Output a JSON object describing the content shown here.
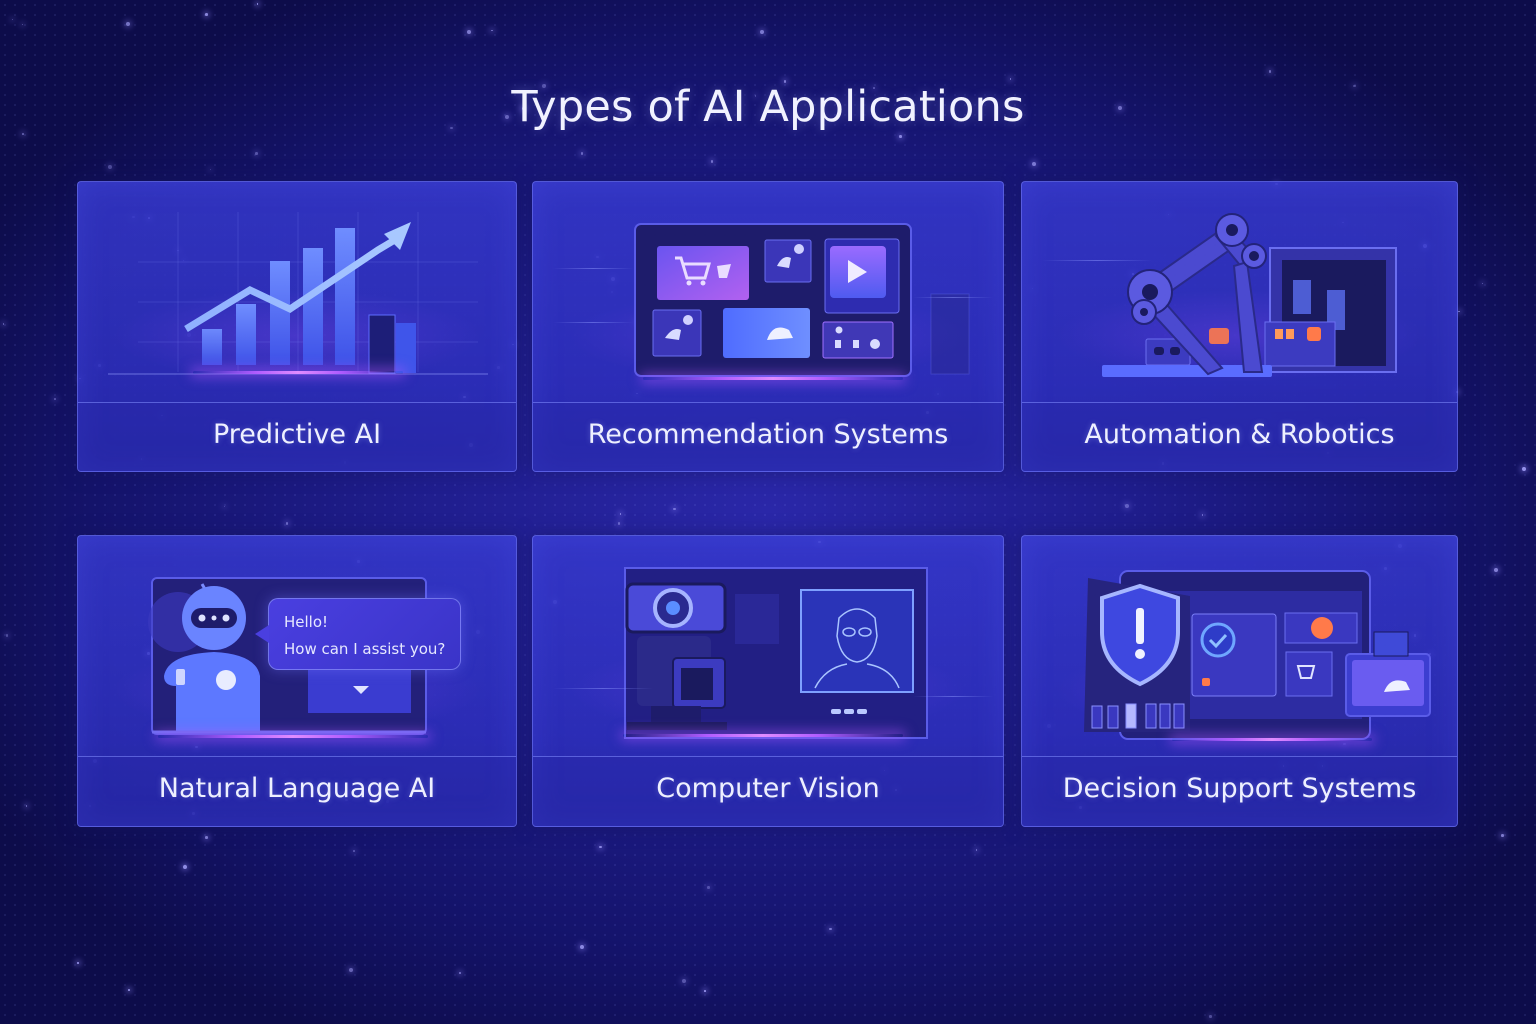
{
  "page": {
    "title": "Types of AI Applications",
    "background_color": "#1f1d8c",
    "accent_color": "#b05cff",
    "card_border_color": "#7882ff"
  },
  "cards": [
    {
      "label": "Predictive AI",
      "illustration": "trend-chart-icon",
      "illustration_elements": [
        "bar-chart",
        "rising-arrow"
      ]
    },
    {
      "label": "Recommendation Systems",
      "illustration": "recommendation-screen-icon",
      "illustration_elements": [
        "shopping-cart-tile",
        "play-button-tile",
        "product-tiles",
        "monitor"
      ]
    },
    {
      "label": "Automation & Robotics",
      "illustration": "robotic-arm-icon",
      "illustration_elements": [
        "robotic-arm",
        "control-panel",
        "machine-cabinet"
      ]
    },
    {
      "label": "Natural Language AI",
      "illustration": "chatbot-icon",
      "illustration_elements": [
        "robot-assistant",
        "speech-bubble",
        "laptop"
      ],
      "chat_bubble": {
        "line1": "Hello!",
        "line2": "How can I assist you?"
      }
    },
    {
      "label": "Computer Vision",
      "illustration": "camera-face-scan-icon",
      "illustration_elements": [
        "camera",
        "face-recognition-screen"
      ]
    },
    {
      "label": "Decision Support Systems",
      "illustration": "dashboard-shield-icon",
      "illustration_elements": [
        "warning-shield",
        "checkmark-dashboard",
        "analytics-panels"
      ]
    }
  ]
}
